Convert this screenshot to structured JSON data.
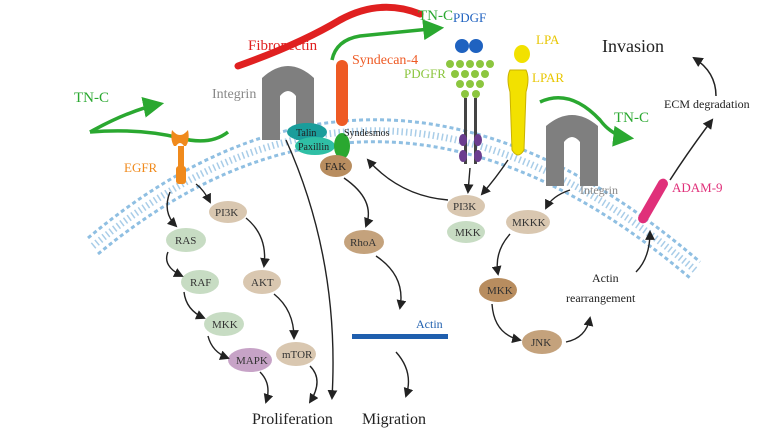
{
  "colors": {
    "tnc": "#2aa830",
    "fibronectin": "#e02020",
    "syndecan": "#ee5a24",
    "egfr": "#f08a1c",
    "integrin": "#8a8a8a",
    "talin": "#1a9d9b",
    "paxillin": "#2fbfa5",
    "fak": "#c7a47a",
    "pdgf": "#1f62c0",
    "pdgfr_green": "#8cc63f",
    "pdgfr_purple": "#6b3d8f",
    "lpa": "#f2e100",
    "adam9": "#e0307a",
    "actin_bar": "#1f5fae",
    "node_light": "#d9c7b0",
    "node_mid": "#c4a27c",
    "node_dark": "#b88d5f",
    "node_green": "#c7dcc3",
    "membrane": "#8fbfe2",
    "arrow": "#222222"
  },
  "labels": {
    "tnc_left": "TN-C",
    "tnc_top": "TN-C",
    "tnc_right": "TN-C",
    "egfr": "EGFR",
    "integrin_left": "Integrin",
    "integrin_right": "Integrin",
    "fibronectin": "Fibronectin",
    "syndecan": "Syndecan-4",
    "pdgf": "PDGF",
    "pdgfr": "PDGFR",
    "lpa": "LPA",
    "lpar": "LPAR",
    "talin": "Talin",
    "paxillin": "Paxillin",
    "syndesmos": "Syndesmos",
    "fak": "FAK",
    "pi3k_left": "PI3K",
    "ras": "RAS",
    "raf": "RAF",
    "mkk_left": "MKK",
    "mapk": "MAPK",
    "akt": "AKT",
    "mtor": "mTOR",
    "rhoa": "RhoA",
    "actin": "Actin",
    "pi3k_mid": "PI3K",
    "mkk_mid": "MKK",
    "mkkk": "MKKK",
    "mkk_right": "MKK",
    "jnk": "JNK",
    "actin_rearr_1": "Actin",
    "actin_rearr_2": "rearrangement",
    "adam9": "ADAM-9",
    "ecm": "ECM degradation",
    "invasion": "Invasion",
    "proliferation": "Proliferation",
    "migration": "Migration"
  }
}
